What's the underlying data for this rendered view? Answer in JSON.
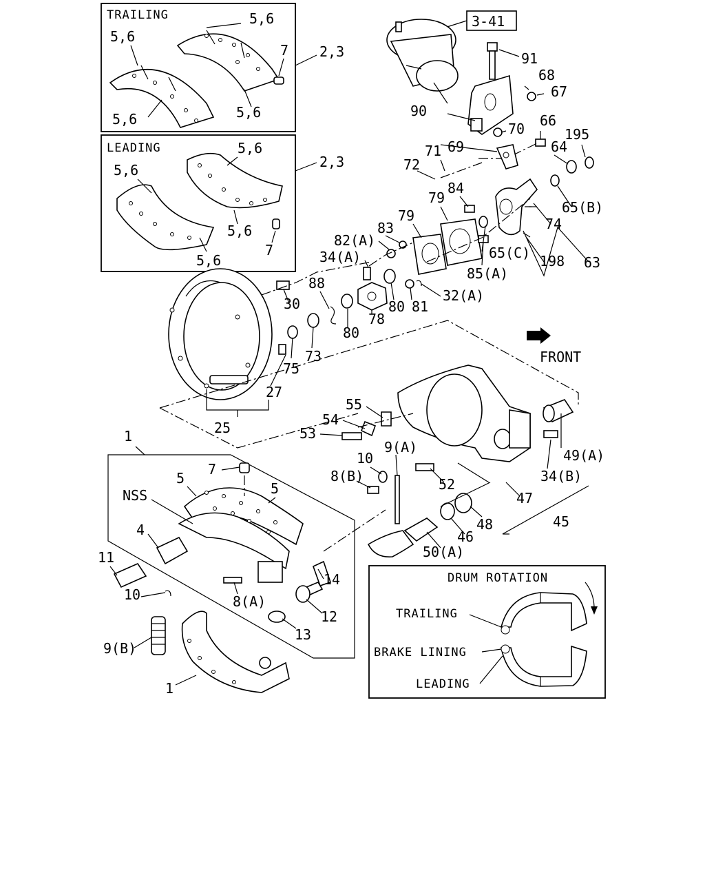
{
  "boxes": {
    "trailing": {
      "title": "TRAILING",
      "labels": [
        "5,6",
        "5,6",
        "5,6",
        "5,6",
        "7"
      ]
    },
    "leading": {
      "title": "LEADING",
      "labels": [
        "5,6",
        "5,6",
        "5,6",
        "5,6",
        "7"
      ]
    },
    "callout_trailing": "2,3",
    "callout_leading": "2,3"
  },
  "ref_box": "3-41",
  "front_label": "FRONT",
  "legend": {
    "title": "DRUM ROTATION",
    "trailing": "TRAILING",
    "brake_lining": "BRAKE LINING",
    "leading": "LEADING"
  },
  "parts": {
    "p91": "91",
    "p68": "68",
    "p67": "67",
    "p90": "90",
    "p70": "70",
    "p66": "66",
    "p195": "195",
    "p64": "64",
    "p71": "71",
    "p69": "69",
    "p72": "72",
    "p84": "84",
    "p79a": "79",
    "p79b": "79",
    "p65b": "65(B)",
    "p74": "74",
    "p82a": "82(A)",
    "p83": "83",
    "p63": "63",
    "p65c": "65(C)",
    "p198": "198",
    "p34a": "34(A)",
    "p85a": "85(A)",
    "p88": "88",
    "p30": "30",
    "p32a": "32(A)",
    "p80a": "80",
    "p81": "81",
    "p78": "78",
    "p80b": "80",
    "p73": "73",
    "p75": "75",
    "p27": "27",
    "p25": "25",
    "p55": "55",
    "p54": "54",
    "p53": "53",
    "p9a": "9(A)",
    "p49a": "49(A)",
    "p10a": "10",
    "p8b": "8(B)",
    "p52": "52",
    "p34b": "34(B)",
    "p47": "47",
    "p48": "48",
    "p45": "45",
    "p46": "46",
    "p50a": "50(A)",
    "p1a": "1",
    "p7": "7",
    "p5a": "5",
    "p5b": "5",
    "pNSS": "NSS",
    "p4": "4",
    "p11": "11",
    "p14": "14",
    "p10b": "10",
    "p8a": "8(A)",
    "p12": "12",
    "p13": "13",
    "p9b": "9(B)",
    "p1b": "1"
  }
}
